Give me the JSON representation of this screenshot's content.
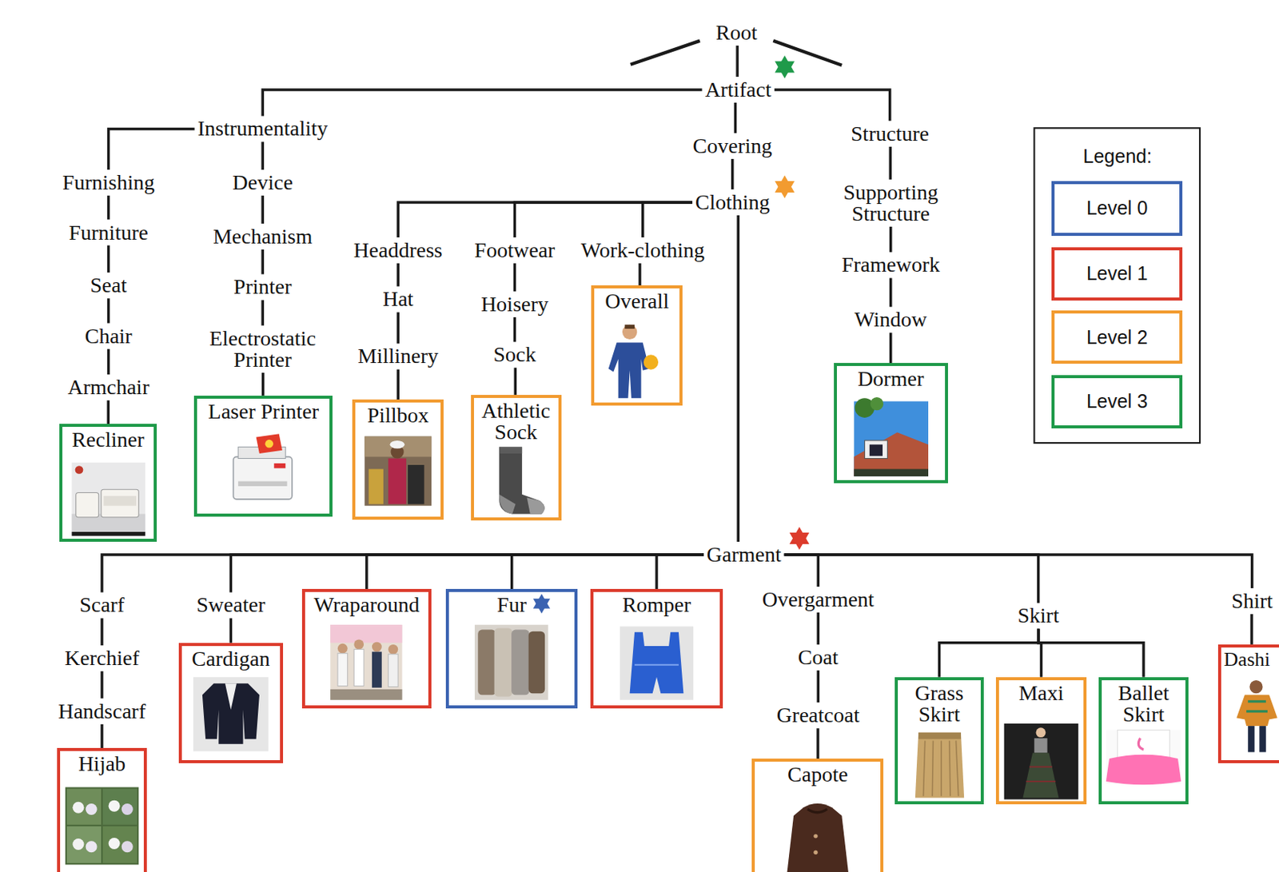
{
  "diagram": {
    "nodes": [
      {
        "text": [
          "Root"
        ]
      },
      {
        "text": [
          "Artifact"
        ]
      },
      {
        "text": [
          "Instrumentality"
        ]
      },
      {
        "text": [
          "Covering"
        ]
      },
      {
        "text": [
          "Structure"
        ]
      },
      {
        "text": [
          "Furnishing"
        ]
      },
      {
        "text": [
          "Device"
        ]
      },
      {
        "text": [
          "Clothing"
        ]
      },
      {
        "text": [
          "Supporting Structure"
        ]
      },
      {
        "text": [
          "Furniture"
        ]
      },
      {
        "text": [
          "Mechanism"
        ]
      },
      {
        "text": [
          "Headdress"
        ]
      },
      {
        "text": [
          "Footwear"
        ]
      },
      {
        "text": [
          "Work-clothing"
        ]
      },
      {
        "text": [
          "Framework"
        ]
      },
      {
        "text": [
          "Seat"
        ]
      },
      {
        "text": [
          "Printer"
        ]
      },
      {
        "text": [
          "Hat"
        ]
      },
      {
        "text": [
          "Hoisery"
        ]
      },
      {
        "text": [
          "Overall"
        ]
      },
      {
        "text": [
          "Window"
        ]
      },
      {
        "text": [
          "Chair"
        ]
      },
      {
        "text": [
          "Electrostatic Printer"
        ]
      },
      {
        "text": [
          "Millinery"
        ]
      },
      {
        "text": [
          "Sock"
        ]
      },
      {
        "text": [
          "Dormer"
        ]
      },
      {
        "text": [
          "Armchair"
        ]
      },
      {
        "text": [
          "Laser Printer"
        ]
      },
      {
        "text": [
          "Pillbox"
        ]
      },
      {
        "text": [
          "Athletic Sock"
        ]
      },
      {
        "text": [
          "Recliner"
        ]
      },
      {
        "text": [
          "Garment"
        ]
      },
      {
        "text": [
          "Scarf"
        ]
      },
      {
        "text": [
          "Sweater"
        ]
      },
      {
        "text": [
          "Wraparound"
        ]
      },
      {
        "text": [
          "Fur"
        ]
      },
      {
        "text": [
          "Romper"
        ]
      },
      {
        "text": [
          "Overgarment"
        ]
      },
      {
        "text": [
          "Skirt"
        ]
      },
      {
        "text": [
          "Shirt"
        ]
      },
      {
        "text": [
          "Kerchief"
        ]
      },
      {
        "text": [
          "Cardigan"
        ]
      },
      {
        "text": [
          "Coat"
        ]
      },
      {
        "text": [
          "Grass Skirt"
        ]
      },
      {
        "text": [
          "Maxi"
        ]
      },
      {
        "text": [
          "Ballet Skirt"
        ]
      },
      {
        "text": [
          "Dashi"
        ]
      },
      {
        "text": [
          "Handscarf"
        ]
      },
      {
        "text": [
          "Greatcoat"
        ]
      },
      {
        "text": [
          "Hijab"
        ]
      },
      {
        "text": [
          "Capote"
        ]
      }
    ],
    "edges": [
      {
        "from": 0,
        "to": 1,
        "arrow": "none"
      },
      {
        "from": 1,
        "to": 2,
        "arrow": "none"
      },
      {
        "from": 1,
        "to": 3,
        "arrow": "none"
      },
      {
        "from": 1,
        "to": 4,
        "arrow": "none"
      },
      {
        "from": 2,
        "to": 5,
        "arrow": "none"
      },
      {
        "from": 2,
        "to": 6,
        "arrow": "none"
      },
      {
        "from": 3,
        "to": 7,
        "arrow": "none"
      },
      {
        "from": 4,
        "to": 8,
        "arrow": "none"
      },
      {
        "from": 5,
        "to": 9,
        "arrow": "none"
      },
      {
        "from": 6,
        "to": 10,
        "arrow": "none"
      },
      {
        "from": 7,
        "to": 11,
        "arrow": "none"
      },
      {
        "from": 7,
        "to": 12,
        "arrow": "none"
      },
      {
        "from": 7,
        "to": 13,
        "arrow": "none"
      },
      {
        "from": 7,
        "to": 31,
        "arrow": "none"
      },
      {
        "from": 8,
        "to": 14,
        "arrow": "none"
      },
      {
        "from": 9,
        "to": 15,
        "arrow": "none"
      },
      {
        "from": 10,
        "to": 16,
        "arrow": "none"
      },
      {
        "from": 11,
        "to": 17,
        "arrow": "none"
      },
      {
        "from": 12,
        "to": 18,
        "arrow": "none"
      },
      {
        "from": 13,
        "to": 19,
        "arrow": "none"
      },
      {
        "from": 14,
        "to": 20,
        "arrow": "none"
      },
      {
        "from": 15,
        "to": 21,
        "arrow": "none"
      },
      {
        "from": 16,
        "to": 22,
        "arrow": "none"
      },
      {
        "from": 17,
        "to": 23,
        "arrow": "none"
      },
      {
        "from": 18,
        "to": 24,
        "arrow": "none"
      },
      {
        "from": 20,
        "to": 25,
        "arrow": "none"
      },
      {
        "from": 21,
        "to": 26,
        "arrow": "none"
      },
      {
        "from": 22,
        "to": 27,
        "arrow": "none"
      },
      {
        "from": 23,
        "to": 28,
        "arrow": "none"
      },
      {
        "from": 24,
        "to": 29,
        "arrow": "none"
      },
      {
        "from": 26,
        "to": 30,
        "arrow": "none"
      },
      {
        "from": 31,
        "to": 32,
        "arrow": "none"
      },
      {
        "from": 31,
        "to": 33,
        "arrow": "none"
      },
      {
        "from": 31,
        "to": 34,
        "arrow": "none"
      },
      {
        "from": 31,
        "to": 35,
        "arrow": "none"
      },
      {
        "from": 31,
        "to": 36,
        "arrow": "none"
      },
      {
        "from": 31,
        "to": 37,
        "arrow": "none"
      },
      {
        "from": 31,
        "to": 38,
        "arrow": "none"
      },
      {
        "from": 31,
        "to": 39,
        "arrow": "none"
      },
      {
        "from": 32,
        "to": 40,
        "arrow": "none"
      },
      {
        "from": 33,
        "to": 41,
        "arrow": "none"
      },
      {
        "from": 37,
        "to": 42,
        "arrow": "none"
      },
      {
        "from": 38,
        "to": 43,
        "arrow": "none"
      },
      {
        "from": 38,
        "to": 44,
        "arrow": "none"
      },
      {
        "from": 38,
        "to": 45,
        "arrow": "none"
      },
      {
        "from": 39,
        "to": 46,
        "arrow": "none"
      },
      {
        "from": 40,
        "to": 47,
        "arrow": "none"
      },
      {
        "from": 42,
        "to": 48,
        "arrow": "none"
      },
      {
        "from": 47,
        "to": 49,
        "arrow": "none"
      },
      {
        "from": 48,
        "to": 50,
        "arrow": "none"
      }
    ],
    "labels": [
      "Legend:"
    ],
    "legend": [
      {
        "text": "Level 0",
        "color": "#3b63b1"
      },
      {
        "text": "Level 1",
        "color": "#dc3b2c"
      },
      {
        "text": "Level 2",
        "color": "#f29b30"
      },
      {
        "text": "Level 3",
        "color": "#1f9a4a"
      }
    ]
  }
}
